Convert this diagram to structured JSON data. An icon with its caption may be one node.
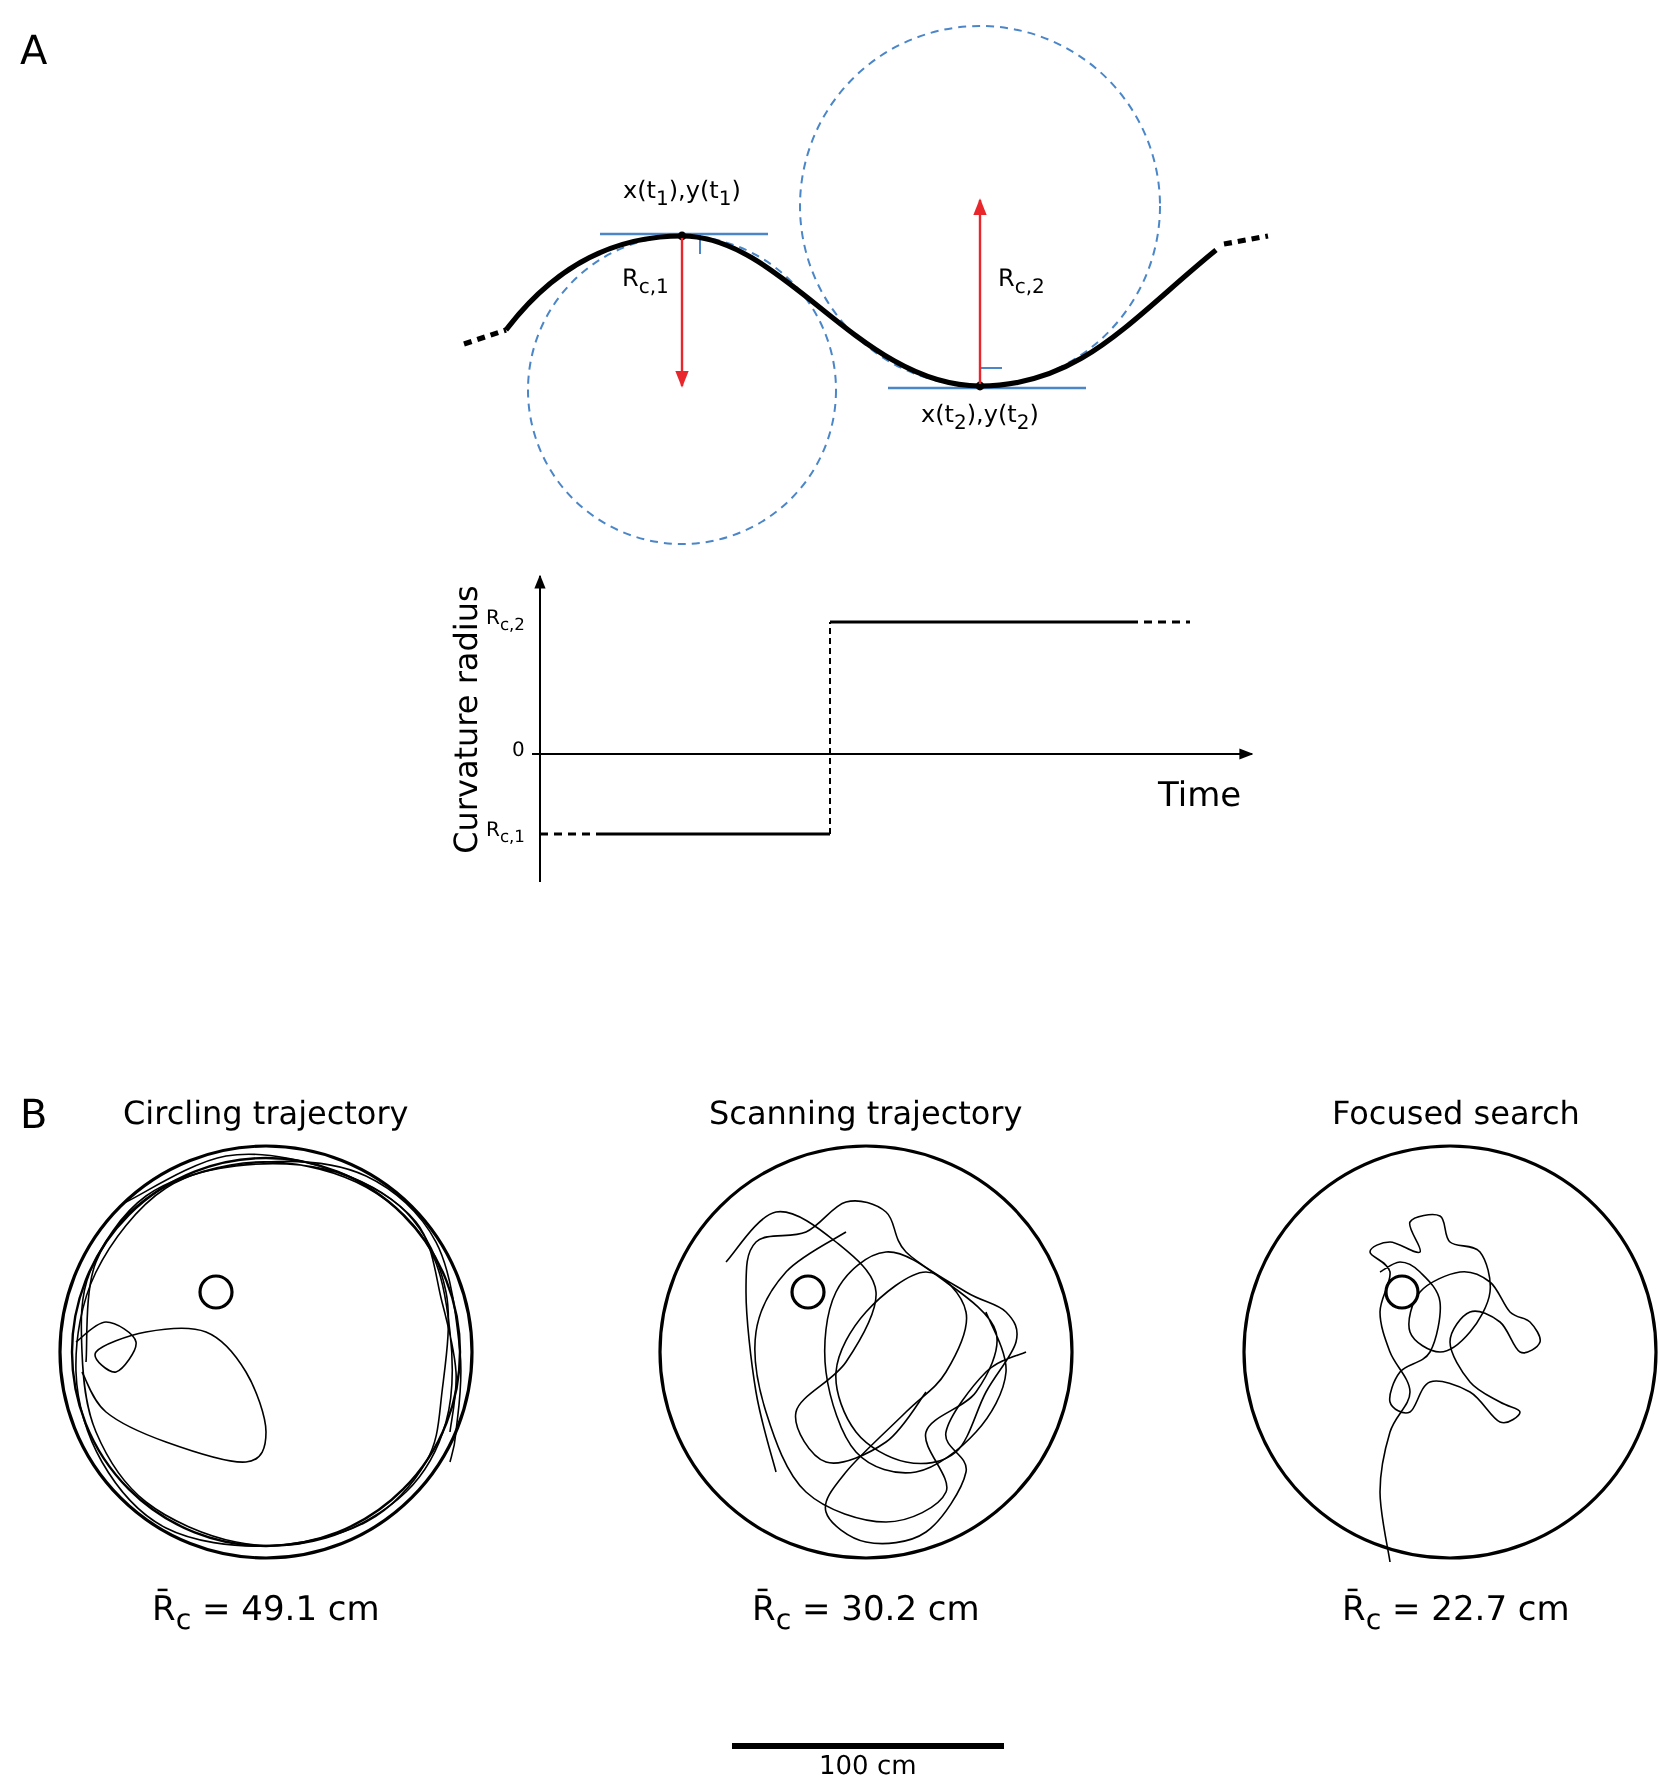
{
  "diagram": {
    "labels": [
      "A",
      "x(t$_{1}$),y(t$_{1}$)",
      "R$_{c,1}$",
      "R$_{c,2}$",
      "x(t$_{2}$),y(t$_{2}$)",
      "R$_{c,2}$",
      "0",
      "R$_{c,1}$",
      "Curvature radius",
      "Time",
      "B",
      "Circling trajectory",
      "Scanning trajectory",
      "Focused search",
      "R̄$_{c}$ = 49.1 cm",
      "R̄$_{c}$ = 30.2 cm",
      "R̄$_{c}$ = 22.7 cm",
      "100 cm"
    ]
  }
}
